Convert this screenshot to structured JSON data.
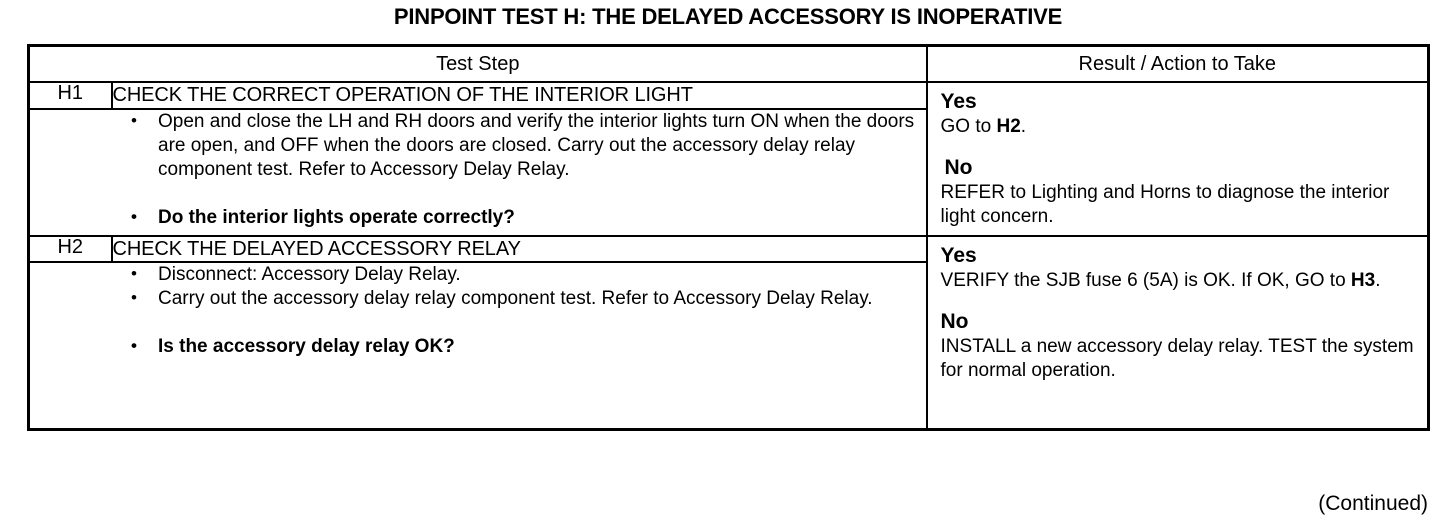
{
  "title": "PINPOINT TEST H: THE DELAYED ACCESSORY IS INOPERATIVE",
  "table": {
    "headers": {
      "id": "",
      "test_step": "Test Step",
      "result": "Result / Action to Take"
    },
    "rows": [
      {
        "id": "H1",
        "heading": "CHECK THE CORRECT OPERATION OF THE INTERIOR LIGHT",
        "bullets": [
          "Open and close the LH and RH doors and verify the interior lights turn ON when the doors are open, and OFF when the doors are closed. Carry out the accessory delay relay component test. Refer to Accessory Delay Relay.",
          "Do the interior lights operate correctly?"
        ],
        "result": {
          "yes_label": "Yes",
          "yes_text_pre": "GO to ",
          "yes_text_ref": "H2",
          "yes_text_post": ".",
          "no_label": "No",
          "no_text": "REFER to Lighting and Horns to diagnose the interior light concern."
        }
      },
      {
        "id": "H2",
        "heading": "CHECK THE DELAYED ACCESSORY RELAY",
        "bullets": [
          "Disconnect: Accessory Delay Relay.",
          "Carry out the accessory delay relay component test. Refer to Accessory Delay Relay.",
          "Is the accessory delay relay OK?"
        ],
        "result": {
          "yes_label": "Yes",
          "yes_text_pre": "VERIFY the SJB fuse 6 (5A) is OK. If OK, GO to ",
          "yes_text_ref": "H3",
          "yes_text_post": ".",
          "no_label": "No",
          "no_text": "INSTALL a new accessory delay relay. TEST the system for normal operation."
        }
      }
    ]
  },
  "footer": {
    "continued": "(Continued)"
  }
}
